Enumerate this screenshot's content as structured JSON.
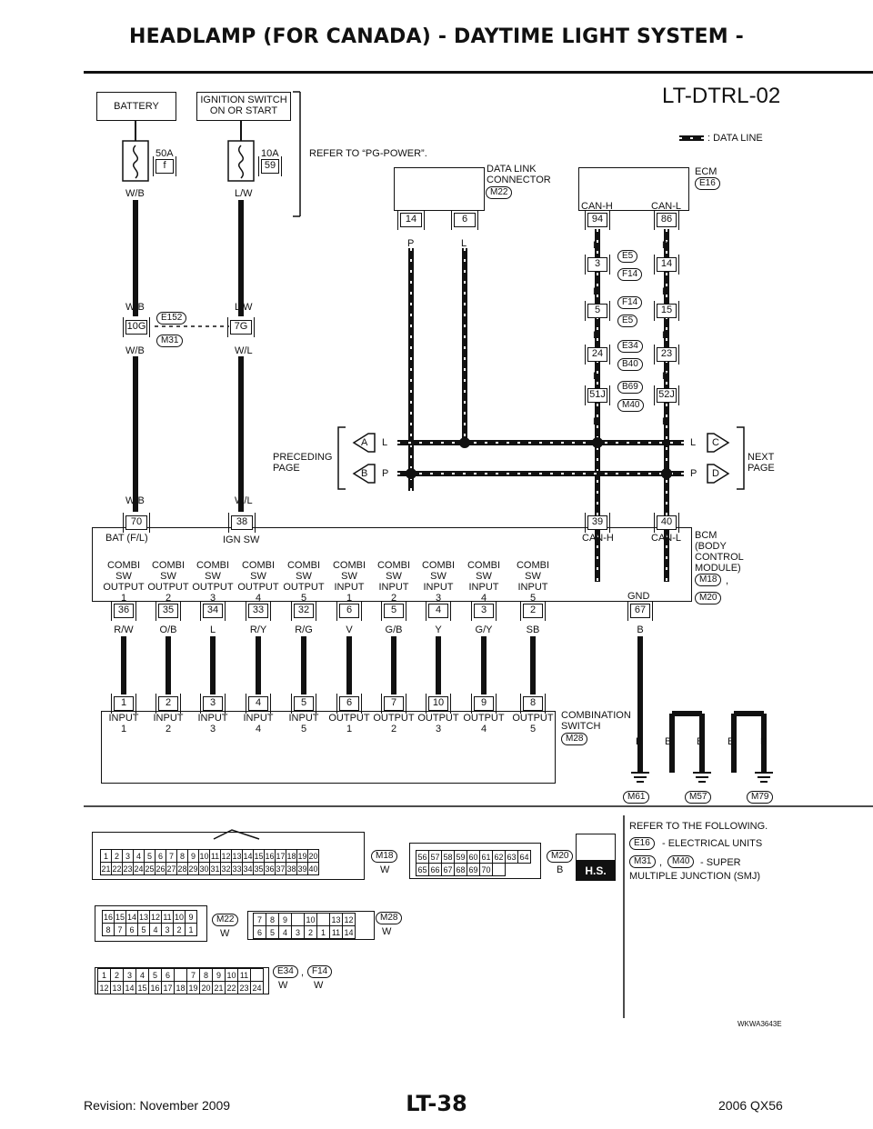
{
  "header": {
    "title": "HEADLAMP (FOR CANADA) - DAYTIME LIGHT SYSTEM -"
  },
  "diagram": {
    "code": "LT-DTRL-02",
    "legend": ": DATA LINE",
    "refer_pg": "REFER TO “PG-POWER”.",
    "battery": "BATTERY",
    "ign_switch": "IGNITION SWITCH\nON OR START",
    "fuse1": {
      "amp": "50A",
      "num": "f"
    },
    "fuse2": {
      "amp": "10A",
      "num": "59"
    },
    "dlc": {
      "label": "DATA LINK\nCONNECTOR",
      "conn": "M22",
      "pins": [
        "14",
        "6"
      ]
    },
    "ecm": {
      "label": "ECM",
      "conn": "E16",
      "canh": "CAN-H",
      "canl": "CAN-L",
      "pins": [
        "94",
        "86"
      ]
    },
    "wires": {
      "wb": "W/B",
      "lw": "L/W",
      "wl": "W/L",
      "l": "L",
      "p": "P",
      "b": "B"
    },
    "joint1": {
      "conn_top": "E152",
      "conn_bot": "M31",
      "pin_a": "10G",
      "pin_b": "7G"
    },
    "chain": [
      {
        "c1": "E5",
        "c2": "F14",
        "l": "3",
        "r": "14"
      },
      {
        "c1": "F14",
        "c2": "E5",
        "l": "5",
        "r": "15"
      },
      {
        "c1": "E34",
        "c2": "B40",
        "l": "24",
        "r": "23"
      },
      {
        "c1": "B69",
        "c2": "M40",
        "l": "51J",
        "r": "52J"
      }
    ],
    "preceding": "PRECEDING\nPAGE",
    "next": "NEXT\nPAGE",
    "arrows": {
      "a": "A",
      "b": "B",
      "c": "C",
      "d": "D",
      "l": "L",
      "p": "P"
    },
    "bcm": {
      "label": "BCM\n(BODY\nCONTROL\nMODULE)",
      "conn1": "M18",
      "conn2": "M20",
      "comma": ",",
      "top_pins": [
        "70",
        "38",
        "39",
        "40"
      ],
      "bat": "BAT (F/L)",
      "ign": "IGN SW",
      "canh": "CAN-H",
      "canl": "CAN-L",
      "gnd": "GND",
      "terminals": [
        {
          "name": "COMBI\nSW\nOUTPUT\n1",
          "pin": "36",
          "wire": "R/W"
        },
        {
          "name": "COMBI\nSW\nOUTPUT\n2",
          "pin": "35",
          "wire": "O/B"
        },
        {
          "name": "COMBI\nSW\nOUTPUT\n3",
          "pin": "34",
          "wire": "L"
        },
        {
          "name": "COMBI\nSW\nOUTPUT\n4",
          "pin": "33",
          "wire": "R/Y"
        },
        {
          "name": "COMBI\nSW\nOUTPUT\n5",
          "pin": "32",
          "wire": "R/G"
        },
        {
          "name": "COMBI\nSW\nINPUT\n1",
          "pin": "6",
          "wire": "V"
        },
        {
          "name": "COMBI\nSW\nINPUT\n2",
          "pin": "5",
          "wire": "G/B"
        },
        {
          "name": "COMBI\nSW\nINPUT\n3",
          "pin": "4",
          "wire": "Y"
        },
        {
          "name": "COMBI\nSW\nINPUT\n4",
          "pin": "3",
          "wire": "G/Y"
        },
        {
          "name": "COMBI\nSW\nINPUT\n5",
          "pin": "2",
          "wire": "SB"
        }
      ],
      "gnd_pin": "67"
    },
    "combi": {
      "label": "COMBINATION\nSWITCH",
      "conn": "M28",
      "terminals": [
        {
          "pin": "1",
          "name": "INPUT\n1"
        },
        {
          "pin": "2",
          "name": "INPUT\n2"
        },
        {
          "pin": "3",
          "name": "INPUT\n3"
        },
        {
          "pin": "4",
          "name": "INPUT\n4"
        },
        {
          "pin": "5",
          "name": "INPUT\n5"
        },
        {
          "pin": "6",
          "name": "OUTPUT\n1"
        },
        {
          "pin": "7",
          "name": "OUTPUT\n2"
        },
        {
          "pin": "10",
          "name": "OUTPUT\n3"
        },
        {
          "pin": "9",
          "name": "OUTPUT\n4"
        },
        {
          "pin": "8",
          "name": "OUTPUT\n5"
        }
      ]
    },
    "grounds": [
      "M61",
      "M57",
      "M79"
    ],
    "refer": {
      "title": "REFER TO THE FOLLOWING.",
      "line1_conn": "E16",
      "line1_text": "- ELECTRICAL UNITS",
      "line2_conn1": "M31",
      "line2_conn2": "M40",
      "line2_text": "- SUPER\nMULTIPLE JUNCTION (SMJ)",
      "comma": ","
    },
    "conn_views": {
      "m18": {
        "name": "M18",
        "color": "W",
        "row1": [
          "1",
          "2",
          "3",
          "4",
          "5",
          "6",
          "7",
          "8",
          "9",
          "10",
          "11",
          "12",
          "13",
          "14",
          "15",
          "16",
          "17",
          "18",
          "19",
          "20"
        ],
        "row2": [
          "21",
          "22",
          "23",
          "24",
          "25",
          "26",
          "27",
          "28",
          "29",
          "30",
          "31",
          "32",
          "33",
          "34",
          "35",
          "36",
          "37",
          "38",
          "39",
          "40"
        ]
      },
      "m20": {
        "name": "M20",
        "color": "B",
        "row1": [
          "56",
          "57",
          "58",
          "59",
          "60",
          "61",
          "62",
          "63",
          "64"
        ],
        "row2": [
          "65",
          "66",
          "67",
          "68",
          "69",
          "70"
        ]
      },
      "hs": "H.S.",
      "m22": {
        "name": "M22",
        "color": "W",
        "row1": [
          "16",
          "15",
          "14",
          "13",
          "12",
          "11",
          "10",
          "9"
        ],
        "row2": [
          "8",
          "7",
          "6",
          "5",
          "4",
          "3",
          "2",
          "1"
        ]
      },
      "m28": {
        "name": "M28",
        "color": "W",
        "row1": [
          "7",
          "8",
          "9",
          "",
          "10",
          "",
          "13",
          "12"
        ],
        "row2": [
          "6",
          "5",
          "4",
          "3",
          "2",
          "1",
          "11",
          "14"
        ]
      },
      "e34": {
        "name": "E34",
        "name2": "F14",
        "color": "W",
        "color2": "W",
        "row1": [
          "1",
          "2",
          "3",
          "4",
          "5",
          "6",
          "",
          "7",
          "8",
          "9",
          "10",
          "11"
        ],
        "row2": [
          "12",
          "13",
          "14",
          "15",
          "16",
          "17",
          "18",
          "19",
          "20",
          "21",
          "22",
          "23",
          "24"
        ]
      }
    },
    "code2": "WKWA3643E"
  },
  "footer": {
    "revision": "Revision: November 2009",
    "page": "LT-38",
    "model": "2006 QX56"
  }
}
